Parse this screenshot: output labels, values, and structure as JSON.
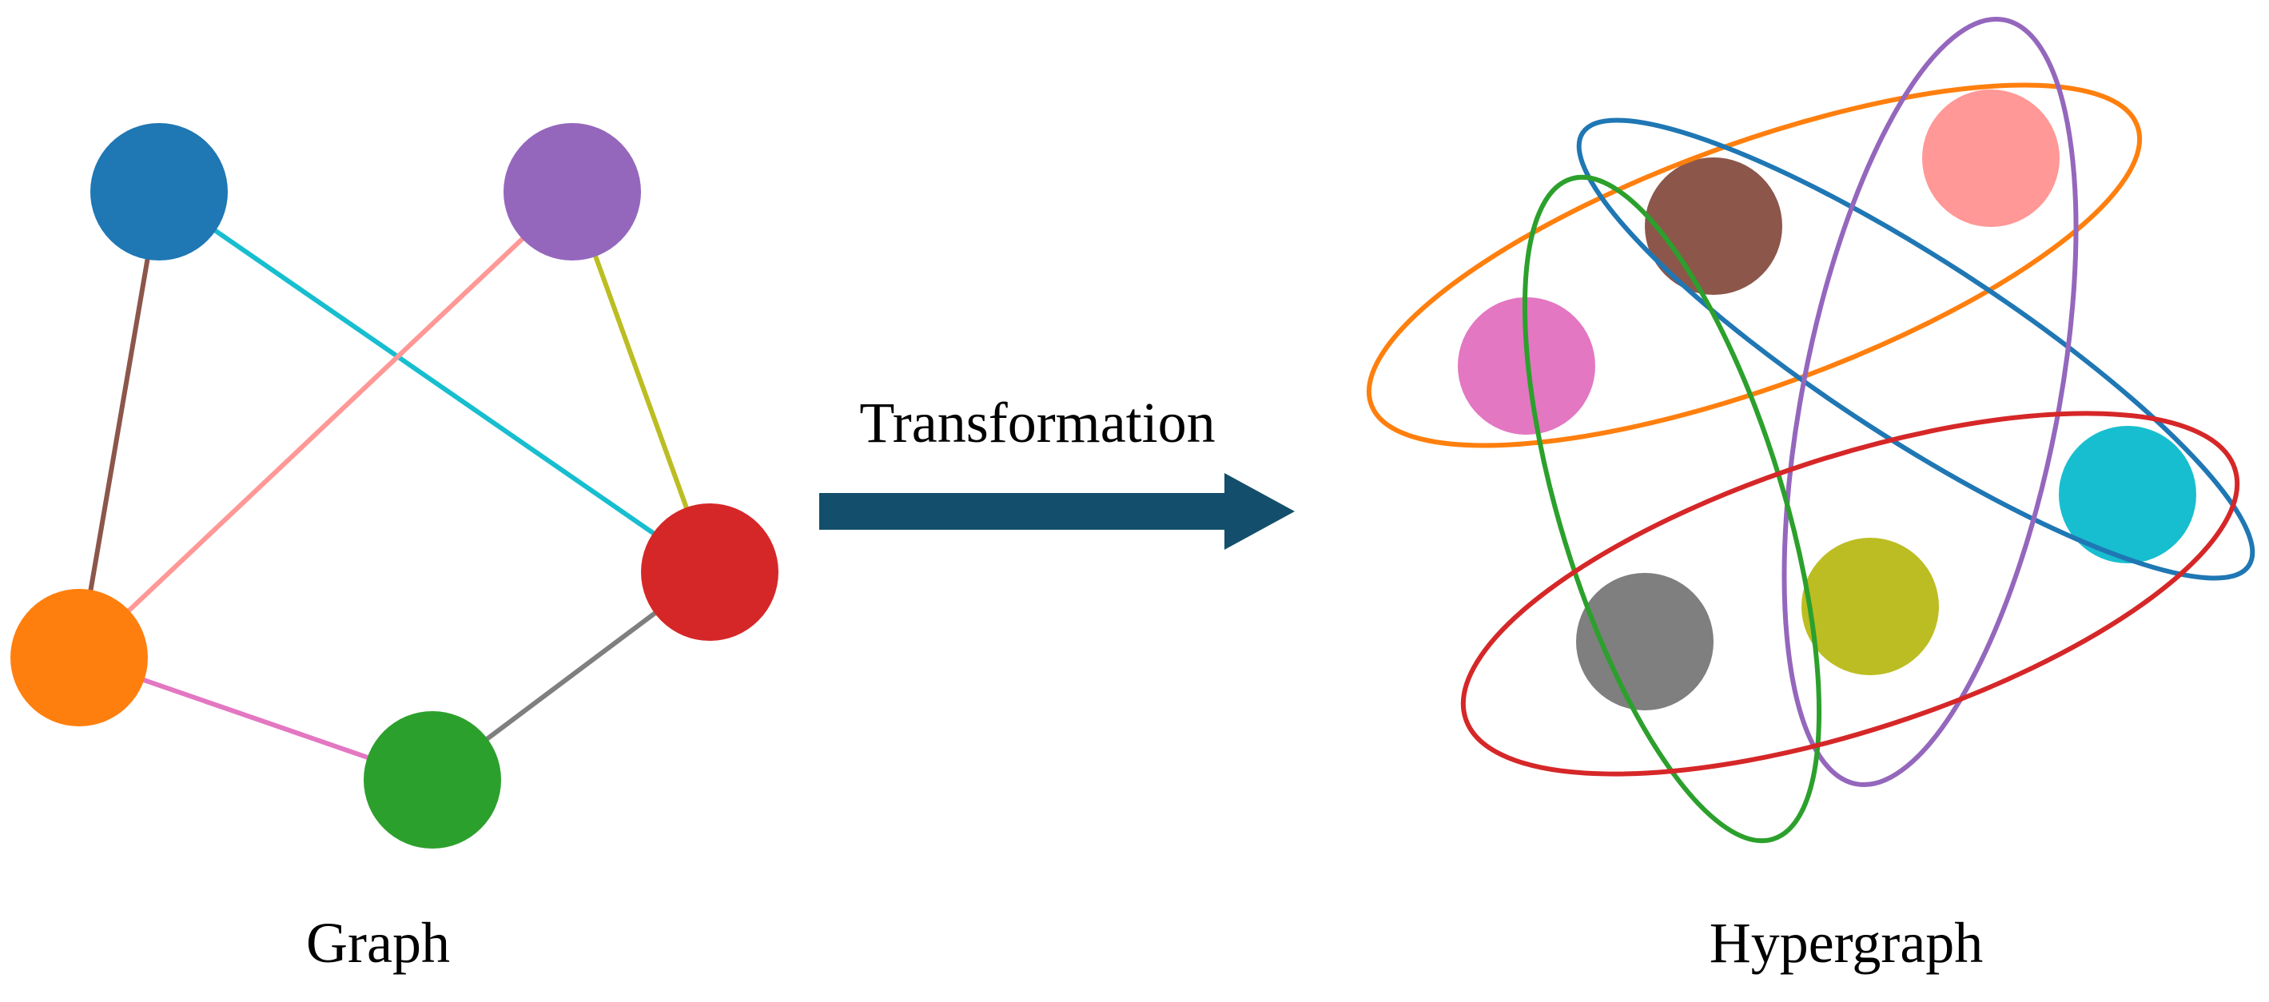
{
  "labels": {
    "left_caption": "Graph",
    "right_caption": "Hypergraph",
    "arrow_caption": "Transformation"
  },
  "colors": {
    "arrow": "#134f6c",
    "blue": "#1f77b4",
    "purple": "#9467bd",
    "orange": "#ff7f0e",
    "red": "#d62728",
    "green": "#2ca02c",
    "brown": "#8c564b",
    "pink": "#e377c2",
    "light_red": "#ff9896",
    "cyan": "#17becf",
    "olive": "#bcbd22",
    "gray": "#7f7f7f"
  },
  "graph": {
    "nodes": [
      "blue",
      "purple",
      "orange",
      "red",
      "green"
    ],
    "edges": [
      {
        "from": "blue",
        "to": "orange",
        "color": "brown"
      },
      {
        "from": "blue",
        "to": "red",
        "color": "cyan"
      },
      {
        "from": "purple",
        "to": "orange",
        "color": "light_red"
      },
      {
        "from": "purple",
        "to": "red",
        "color": "olive"
      },
      {
        "from": "orange",
        "to": "green",
        "color": "pink"
      },
      {
        "from": "green",
        "to": "red",
        "color": "gray"
      }
    ]
  },
  "hypergraph": {
    "nodes": [
      "brown",
      "light_red",
      "pink",
      "cyan",
      "gray",
      "olive"
    ],
    "hyperedges": [
      {
        "color": "orange",
        "members": [
          "pink",
          "brown",
          "light_red"
        ]
      },
      {
        "color": "blue",
        "members": [
          "brown",
          "cyan"
        ]
      },
      {
        "color": "purple",
        "members": [
          "light_red",
          "olive"
        ]
      },
      {
        "color": "green",
        "members": [
          "pink",
          "gray"
        ]
      },
      {
        "color": "red",
        "members": [
          "gray",
          "olive",
          "cyan"
        ]
      }
    ]
  }
}
